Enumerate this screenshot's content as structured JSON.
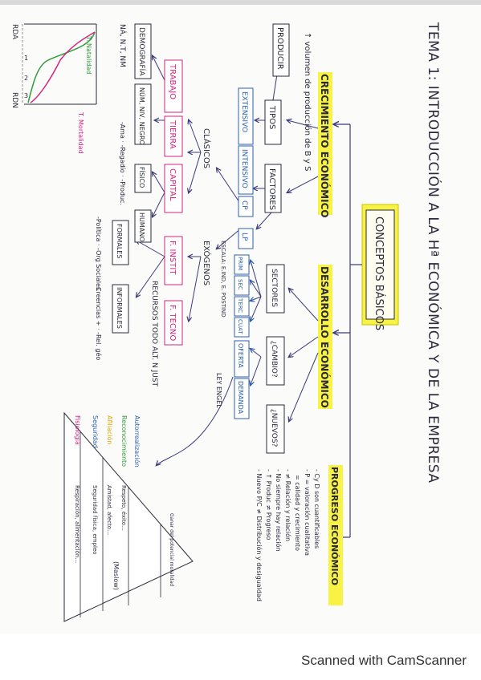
{
  "page": {
    "title": "TEMA 1: INTRODUCCIÓN A LA Hª ECONÓMICA Y DE LA EMPRESA",
    "footer": "Scanned with CamScanner"
  },
  "colors": {
    "ink": "#2a2a3a",
    "blue": "#2b5fb0",
    "magenta": "#d6247f",
    "yellow_highlight": "#f7f243",
    "arrow": "#3a3a7a"
  },
  "center": {
    "label": "CONCEPTOS BÁSICOS"
  },
  "branches": {
    "crecimiento": "CRECIMIENTO ECONÓMICO",
    "desarrollo": "DESARROLLO ECONÓMICO",
    "progreso": "PROGRESO ECONÓMICO"
  },
  "crecimiento": {
    "definition": "↑ volumen de producción de B y S",
    "tipos": "TIPOS",
    "factores": "FACTORES",
    "producir": "PRODUCIR",
    "extensivo": "EXTENSIVO",
    "intensivo": "INTENSIVO",
    "cp": "CP",
    "lp": "LP",
    "clasicos": "CLÁSICOS",
    "exogenos": "EXÓGENOS",
    "trabajo": "TRABAJO",
    "tierra": "TIERRA",
    "capital": "CAPITAL",
    "f_instit": "F. INSTIT",
    "f_tecno": "F. TECNO",
    "demografia": "DEMOGRAFÍA",
    "nacimientos": "NÁ, N.T, NM",
    "nivel_sub": "NÚM, NIV, NEGRO",
    "tierra_notes": "-Ama · -Regadío · -Produc.",
    "fisico": "FÍSICO",
    "humano": "HUMANO",
    "formales": "FORMALES",
    "informales": "INFORMALES",
    "formales_notes": "-Política · -Org Sociales",
    "informales_notes": "-Creencias + · -Rel. géo",
    "recursos": "RECURSOS TODO ALT. N JUST",
    "rda_label": "RDA",
    "rdn_label": "RDN",
    "t_natalidad": "T. Natalidad",
    "t_mortalidad": "T. Mortalidad",
    "phase_marks": [
      "1",
      "2",
      "3"
    ]
  },
  "desarrollo": {
    "sectores": "SECTORES",
    "cambio": "¿CAMBIO?",
    "nuevos": "¿NUEVOS?",
    "sectors": [
      "PRIM",
      "SEC",
      "TERC",
      "CUAT"
    ],
    "oferta": "OFERTA",
    "demanda": "DEMANDA",
    "ley_engel": "LEY ENGEL",
    "escala": "ESCALA: E.IND, E. POSTIND"
  },
  "progreso": {
    "notes": [
      "- Cy D son cuantificables",
      "- P = valoración cualitativa",
      "  = calidad y crecimiento",
      "- ≠ Relación y relación",
      "- No siempre hay relación",
      "- ↑ Produc ≠ Progreso",
      "- Nuevo P/C ≠ Distribución y desigualdad"
    ],
    "maslow": "(Maslow)",
    "pyramid": [
      {
        "level": "Autorrealización",
        "desc": "Ganar del potencial moralidad",
        "color": "#2b5fb0"
      },
      {
        "level": "Reconocimiento",
        "desc": "Respeto, éxito…",
        "color": "#2e9a3a"
      },
      {
        "level": "Afiliación",
        "desc": "Amistad, afecto…",
        "color": "#e0a600"
      },
      {
        "level": "Seguridad",
        "desc": "Seguridad física, empleo",
        "color": "#2b5fb0"
      },
      {
        "level": "Fisiología",
        "desc": "Respiración, alimentación…",
        "color": "#d6247f"
      }
    ]
  }
}
